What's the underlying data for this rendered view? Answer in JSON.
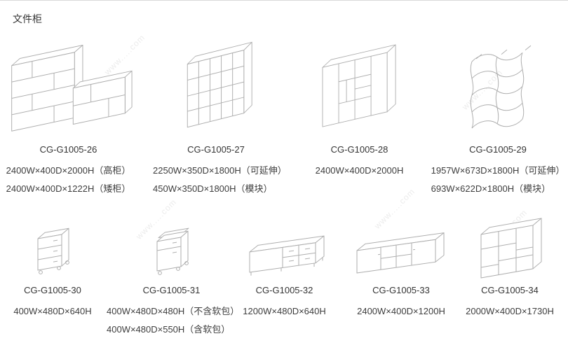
{
  "page": {
    "title": "文件柜"
  },
  "watermark": {
    "text": "www.....com"
  },
  "products": [
    {
      "code": "CG-G1005-26",
      "illustration": "double-open-bookshelf",
      "specs": [
        "2400W×400D×2000H（高柜）",
        "2400W×400D×1222H（矮柜）"
      ]
    },
    {
      "code": "CG-G1005-27",
      "illustration": "modular-grid-shelf",
      "specs": [
        "2250W×350D×1800H（可延伸）",
        "450W×350D×1800H（模块）"
      ]
    },
    {
      "code": "CG-G1005-28",
      "illustration": "door-cabinet",
      "specs": [
        "2400W×400D×2000H"
      ]
    },
    {
      "code": "CG-G1005-29",
      "illustration": "wave-shelf",
      "specs": [
        "1957W×673D×1800H（可延伸）",
        "693W×622D×1800H（模块）"
      ]
    },
    {
      "code": "CG-G1005-30",
      "illustration": "mobile-pedestal-3-drawer",
      "specs": [
        "400W×480D×640H"
      ]
    },
    {
      "code": "CG-G1005-31",
      "illustration": "mobile-pedestal-cushion",
      "specs": [
        "400W×480D×480H（不含软包）",
        "400W×480D×550H（含软包）"
      ]
    },
    {
      "code": "CG-G1005-32",
      "illustration": "low-credenza-drawers",
      "specs": [
        "1200W×480D×640H"
      ]
    },
    {
      "code": "CG-G1005-33",
      "illustration": "sideboard-doors",
      "specs": [
        "2400W×400D×1200H"
      ]
    },
    {
      "code": "CG-G1005-34",
      "illustration": "cube-open-shelf",
      "specs": [
        "2000W×400D×1730H"
      ]
    }
  ]
}
